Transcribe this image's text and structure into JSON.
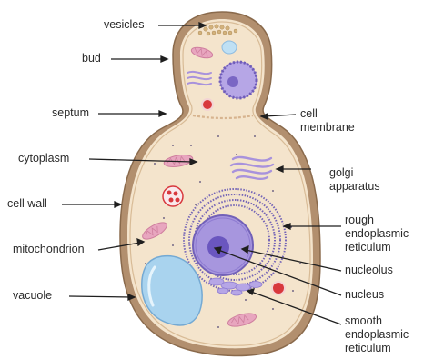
{
  "colors": {
    "cell_wall": "#b28f6e",
    "cell_wall_outline": "#8a6a4c",
    "cytoplasm": "#f4e4cc",
    "membrane_line": "#c9a882",
    "organelle_purple": "#8e7bd1",
    "organelle_light_purple": "#b6a6e6",
    "mitochondria_pink": "#e8a6bf",
    "vacuole_blue": "#a9d3ee",
    "red_body": "#d8383d",
    "label_text": "#2b2b2b",
    "leader_line": "#1f1f1f"
  },
  "labels": {
    "vesicles": "vesicles",
    "bud": "bud",
    "septum": "septum",
    "cell_membrane": [
      "cell",
      "membrane"
    ],
    "cytoplasm": "cytoplasm",
    "golgi": [
      "golgi",
      "apparatus"
    ],
    "cell_wall": "cell wall",
    "rough_er": [
      "rough",
      "endoplasmic",
      "reticulum"
    ],
    "mitochondrion": "mitochondrion",
    "nucleolus": "nucleolus",
    "vacuole": "vacuole",
    "nucleus": "nucleus",
    "smooth_er": [
      "smooth",
      "endoplasmic",
      "reticulum"
    ]
  }
}
